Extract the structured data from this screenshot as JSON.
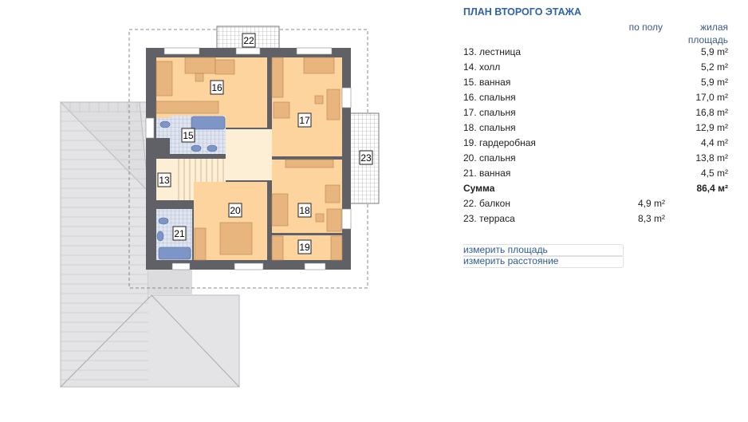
{
  "title": "ПЛАН ВТОРОГО ЭТАЖА",
  "headers": {
    "floor": "по полу",
    "living1": "жилая",
    "living2": "площадь"
  },
  "rooms": [
    {
      "name": "13. лестница",
      "area": "5,9 m²",
      "no": "13"
    },
    {
      "name": "14. холл",
      "area": "5,2 m²",
      "no": "14"
    },
    {
      "name": "15. ванная",
      "area": "5,9 m²",
      "no": "15"
    },
    {
      "name": "16. спальня",
      "area": "17,0 m²",
      "no": "16"
    },
    {
      "name": "17. спальня",
      "area": "16,8 m²",
      "no": "17"
    },
    {
      "name": "18. спальня",
      "area": "12,9 m²",
      "no": "18"
    },
    {
      "name": "19. гардеробная",
      "area": "4,4 m²",
      "no": "19"
    },
    {
      "name": "20. спальня",
      "area": "13,8 m²",
      "no": "20"
    },
    {
      "name": "21. ванная",
      "area": "4,5 m²",
      "no": "21"
    }
  ],
  "sum": {
    "name": "Сумма",
    "area": "86,4 м²"
  },
  "outdoor": [
    {
      "name": "22. балкон",
      "area": "4,9 m²",
      "no": "22"
    },
    {
      "name": "23. терраса",
      "area": "8,3 m²",
      "no": "23"
    }
  ],
  "tools": {
    "measure_area": "измерить площадь",
    "measure_distance": "измерить расстояние"
  },
  "colors": {
    "title": "#2e63a8",
    "wall": "#5f6166",
    "room": "#fdd49e",
    "furniture": "#e9b57e",
    "bath": "#c9d3e6",
    "hall": "#fdefd6",
    "roof": "#e4e4e6"
  }
}
